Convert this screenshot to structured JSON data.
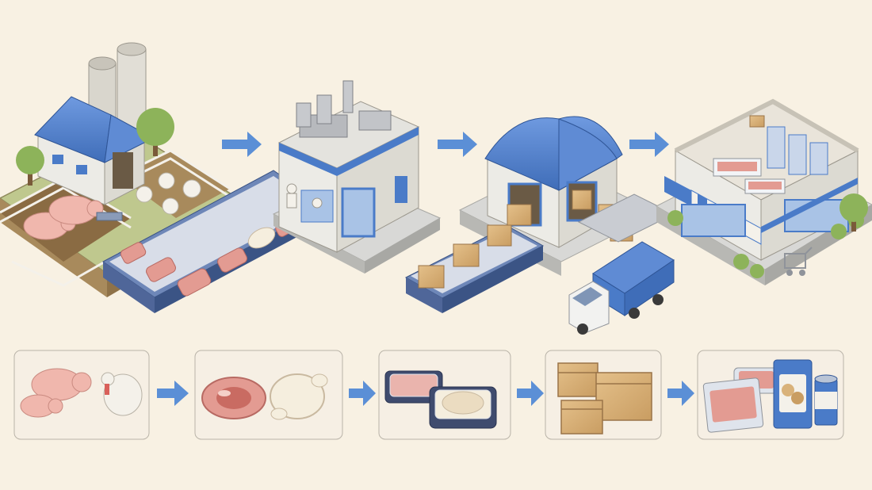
{
  "colors": {
    "background": "#f8f1e3",
    "accent_blue": "#4a7bc8",
    "arrow_blue": "#5b8fd6",
    "wall": "#ecebe6",
    "ground": "#8a6b43",
    "grass": "#bfc88e",
    "box": "#d9b27a",
    "meat": "#e39b92",
    "pig": "#f0b7ad",
    "panel_fill": "#f6efe4",
    "panel_stroke": "#b9b3a8"
  },
  "diagram": {
    "top_stages": [
      {
        "name": "farm",
        "icon": "barn-icon"
      },
      {
        "name": "processing-plant",
        "icon": "factory-icon"
      },
      {
        "name": "distribution-warehouse",
        "icon": "warehouse-icon"
      },
      {
        "name": "retail-store",
        "icon": "store-icon"
      }
    ],
    "bottom_panels": [
      {
        "name": "live-animals",
        "icon": "pig-turkey-icon"
      },
      {
        "name": "raw-cuts",
        "icon": "meat-cut-icon"
      },
      {
        "name": "packaged-trays",
        "icon": "meat-tray-icon"
      },
      {
        "name": "shipping-boxes",
        "icon": "cardboard-box-icon"
      },
      {
        "name": "retail-products",
        "icon": "retail-product-icon"
      }
    ]
  }
}
